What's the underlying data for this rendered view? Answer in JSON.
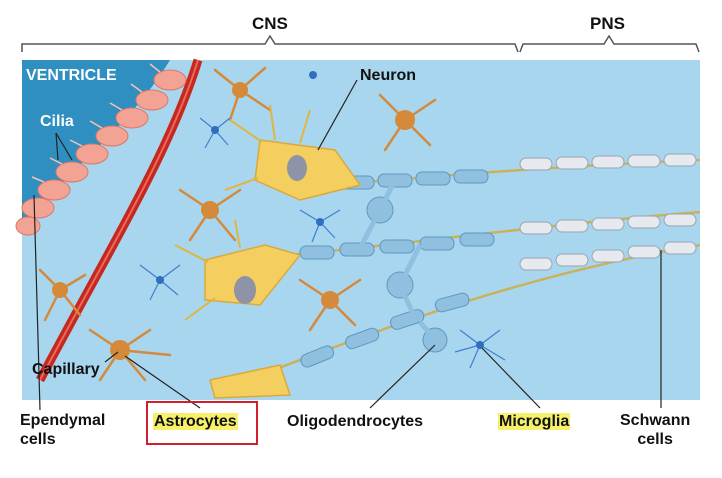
{
  "header": {
    "cns": "CNS",
    "pns": "PNS"
  },
  "labels": {
    "ventricle": "VENTRICLE",
    "cilia": "Cilia",
    "neuron": "Neuron",
    "capillary": "Capillary",
    "ependymal_line1": "Ependymal",
    "ependymal_line2": "cells",
    "astrocytes": "Astrocytes",
    "oligodendrocytes": "Oligodendrocytes",
    "microglia": "Microglia",
    "schwann_line1": "Schwann",
    "schwann_line2": "cells"
  },
  "colors": {
    "ventricle": "#2f8fc0",
    "tissue": "#a9d6ef",
    "ependymal": "#f3a393",
    "capillary": "#c6281f",
    "astrocyte": "#d48a3a",
    "neuron": "#f4cf60",
    "oligodendrocyte": "#8fc0df",
    "microglia": "#2e6fbf",
    "schwann": "#e6e9ee",
    "highlight": "#f7f06a",
    "selection_box": "#d21f2b"
  }
}
